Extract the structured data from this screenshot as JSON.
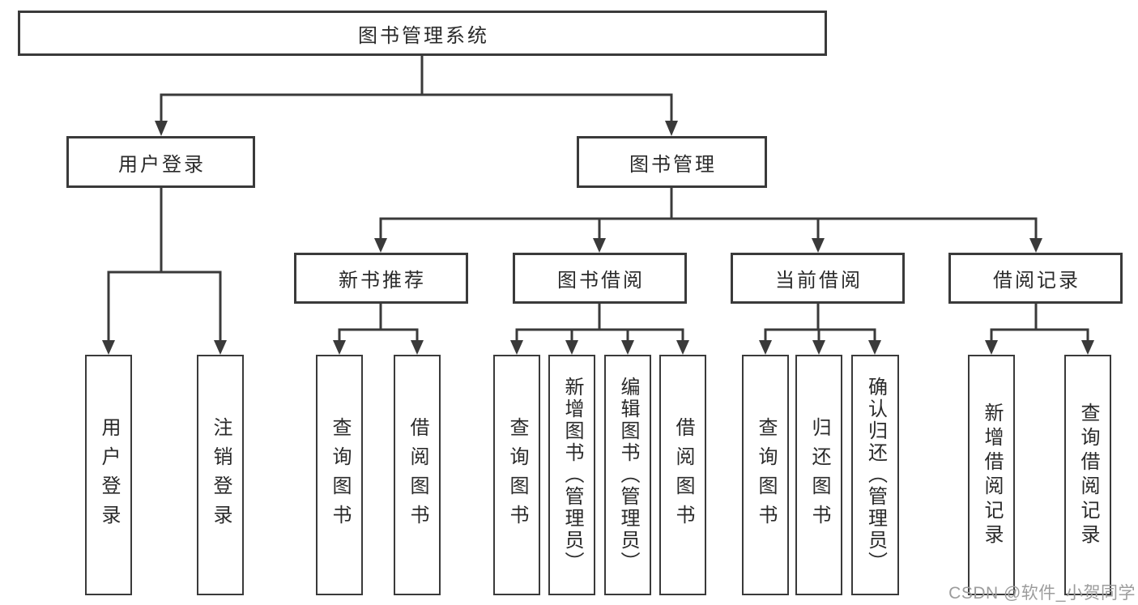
{
  "diagram": {
    "root": "图书管理系统",
    "level2": {
      "user_login": "用户登录",
      "book_mgmt": "图书管理"
    },
    "level3": {
      "new_book_rec": "新书推荐",
      "book_borrow": "图书借阅",
      "current_borrow": "当前借阅",
      "borrow_records": "借阅记录"
    },
    "leaves": {
      "user_login": "用户登录",
      "logout": "注销登录",
      "rec_query_book": "查询图书",
      "rec_borrow_book": "借阅图书",
      "bb_query_book": "查询图书",
      "bb_add_book": "新增图书（管理员）",
      "bb_edit_book": "编辑图书（管理员）",
      "bb_borrow_book": "借阅图书",
      "cb_query_book": "查询图书",
      "cb_return_book": "归还图书",
      "cb_confirm_return": "确认归还（管理员）",
      "br_add_record": "新增借阅记录",
      "br_query_record": "查询借阅记录"
    },
    "watermark": "CSDN @软件_小贺同学",
    "colors": {
      "line": "#3a3a3a",
      "text": "#2a2a2a",
      "watermark": "#9c9c9c",
      "background": "#ffffff"
    }
  }
}
